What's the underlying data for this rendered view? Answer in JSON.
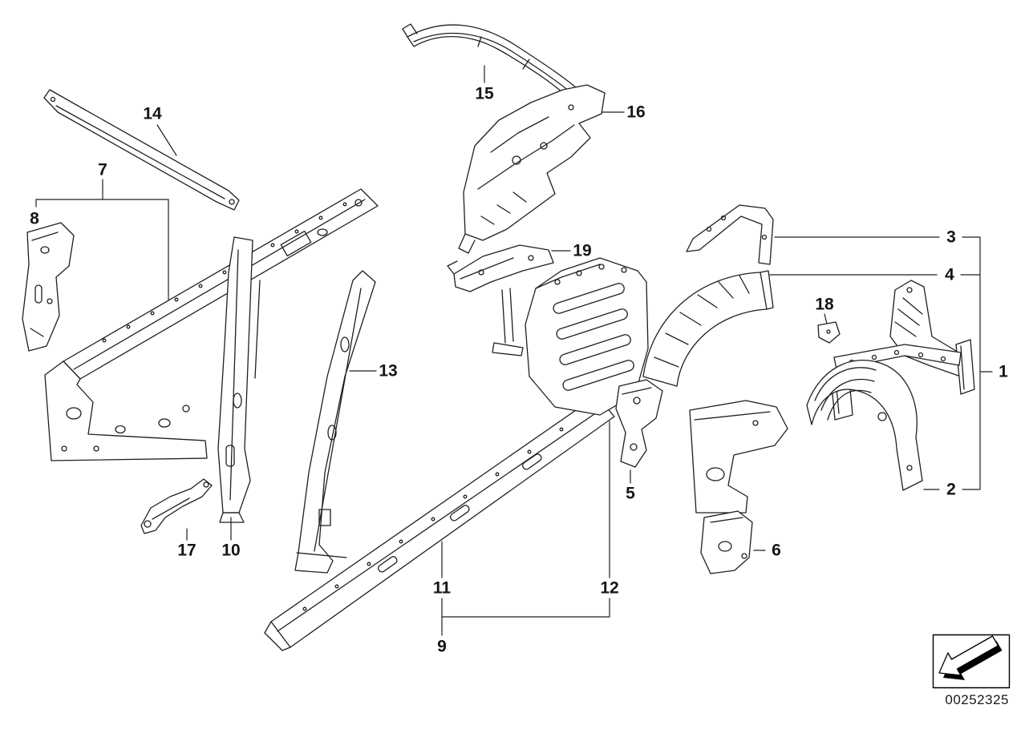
{
  "diagram_title": "",
  "callouts": {
    "c1": "1",
    "c2": "2",
    "c3": "3",
    "c4": "4",
    "c5": "5",
    "c6": "6",
    "c7": "7",
    "c8": "8",
    "c9": "9",
    "c10": "10",
    "c11": "11",
    "c12": "12",
    "c13": "13",
    "c14": "14",
    "c15": "15",
    "c16": "16",
    "c17": "17",
    "c18": "18",
    "c19": "19"
  },
  "footer": {
    "doc_number": "00252325"
  },
  "icons": {
    "direction_arrow": "3d-arrow-pointing-lower-left"
  },
  "colors": {
    "line": "#1f1f1f",
    "background": "#ffffff"
  }
}
